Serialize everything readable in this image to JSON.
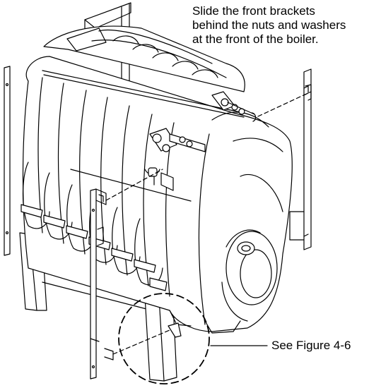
{
  "callouts": {
    "brackets_line1": "Slide the front brackets",
    "brackets_line2": "behind the nuts and washers",
    "brackets_line3": "at the front of the boiler.",
    "figure_ref": "See Figure 4-6"
  }
}
